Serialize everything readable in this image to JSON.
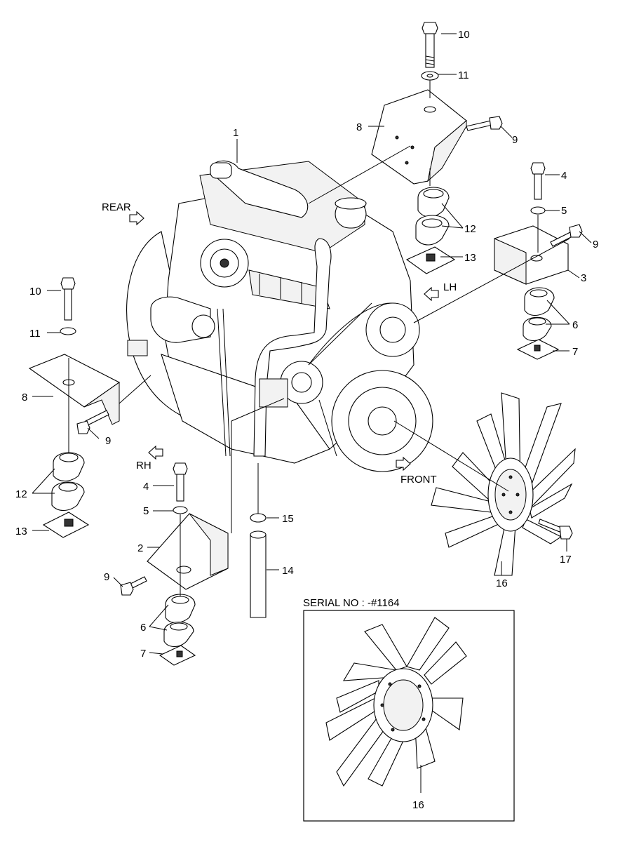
{
  "directions": {
    "rear": "REAR",
    "lh": "LH",
    "rh": "RH",
    "front": "FRONT"
  },
  "serial_box": {
    "title": "SERIAL NO : -#1164",
    "part": "16"
  },
  "callouts": {
    "c1": "1",
    "c2": "2",
    "c3": "3",
    "c4a": "4",
    "c4b": "4",
    "c5a": "5",
    "c5b": "5",
    "c6a": "6",
    "c6b": "6",
    "c7a": "7",
    "c7b": "7",
    "c8a": "8",
    "c8b": "8",
    "c9a": "9",
    "c9b": "9",
    "c9c": "9",
    "c9d": "9",
    "c10a": "10",
    "c10b": "10",
    "c11a": "11",
    "c11b": "11",
    "c12a": "12",
    "c12b": "12",
    "c13a": "13",
    "c13b": "13",
    "c14": "14",
    "c15": "15",
    "c16": "16",
    "c17": "17"
  }
}
